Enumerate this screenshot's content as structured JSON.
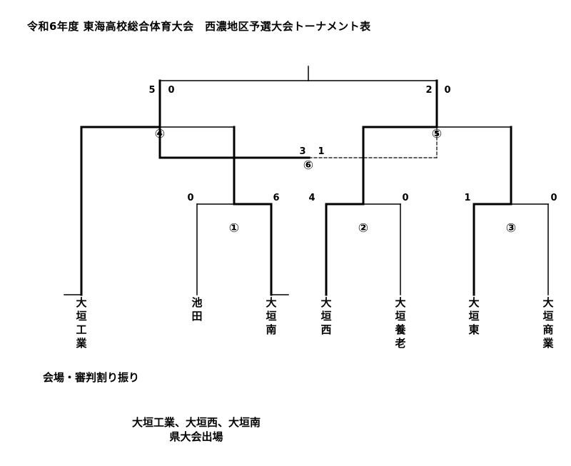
{
  "title": "令和6年度 東海高校総合体育大会　西濃地区予選大会トーナメント表",
  "teams": [
    "大垣工業",
    "池田",
    "大垣南",
    "大垣西",
    "大垣養老",
    "大垣東",
    "大垣商業"
  ],
  "matches": [
    {
      "mark": "①",
      "scores": [
        "0",
        "6"
      ]
    },
    {
      "mark": "②",
      "scores": [
        "4",
        "0"
      ]
    },
    {
      "mark": "③",
      "scores": [
        "1",
        "0"
      ]
    },
    {
      "mark": "④",
      "scores": [
        "5",
        "0"
      ]
    },
    {
      "mark": "⑤",
      "scores": [
        "2",
        "0"
      ]
    },
    {
      "mark": "⑥",
      "scores": [
        "3",
        "1"
      ]
    }
  ],
  "note_label": "会場・審判割り振り",
  "result": {
    "line1": "大垣工業、大垣西、大垣南",
    "line2": "県大会出場"
  }
}
